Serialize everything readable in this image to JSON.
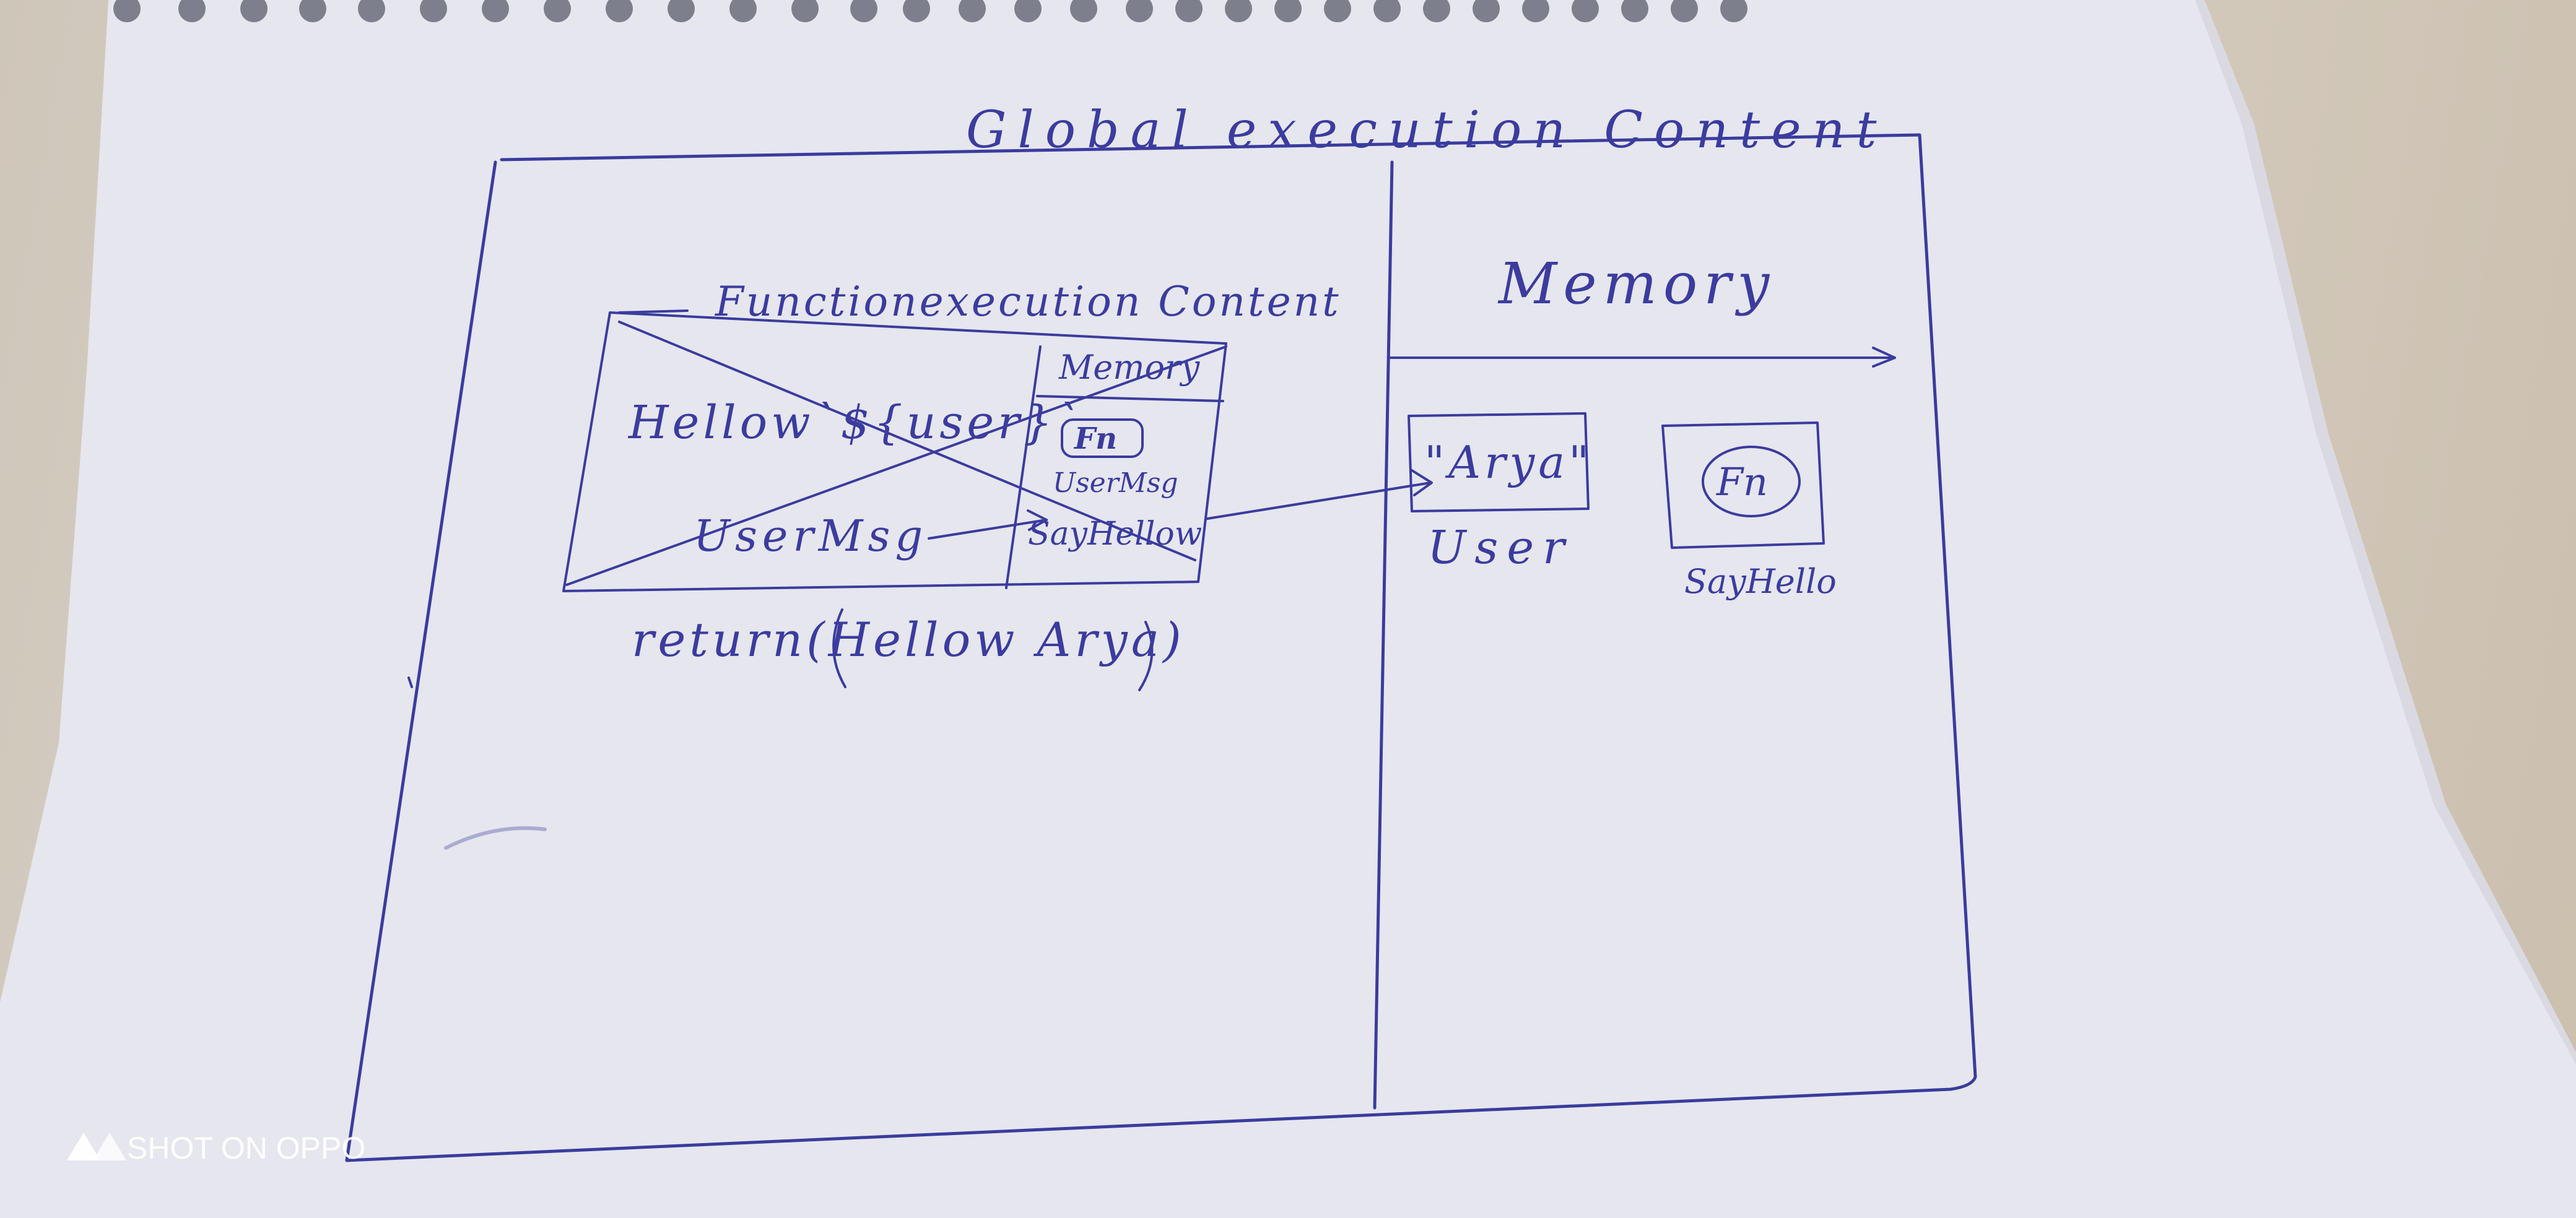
{
  "photo": {
    "kind": "photo of a hand-drawn diagram on spiral notebook paper",
    "ink_color": "#3b3c9e",
    "paper_color": "#e7e7ee",
    "table_color": "#d6cdc1"
  },
  "diagram": {
    "title": "Global execution Content",
    "function_context_title": "Functionexecution Content",
    "memory_heading": "Memory",
    "inner_memory_heading": "Memory",
    "template_string": "Hellow`${user}`",
    "user_msg_label": "UserMsg",
    "inner_fn_label": "Fn",
    "inner_user_msg": "UserMsg",
    "inner_say_hello": "SayHellow",
    "return_text": "return(Hellow Arya)",
    "user_value": "\"Arya\"",
    "user_label": "User",
    "fn_label": "Fn",
    "say_hello_label": "SayHello"
  },
  "watermark": {
    "text": "SHOT ON OPPO",
    "icon": "oppo-logo-icon"
  }
}
